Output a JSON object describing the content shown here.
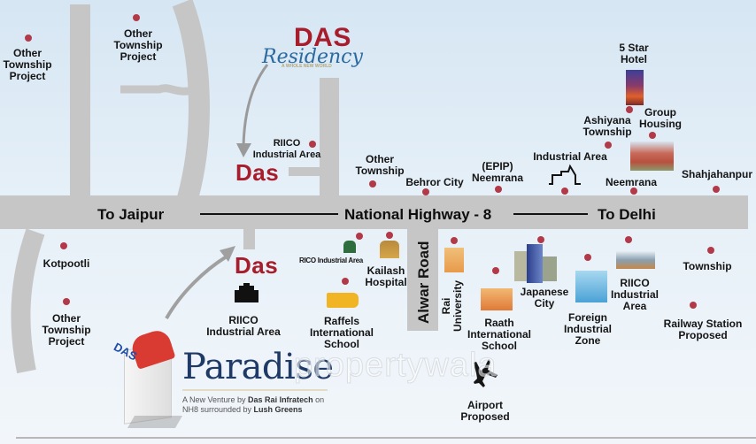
{
  "highway": {
    "left_label": "To Jaipur",
    "center_label": "National Highway - 8",
    "right_label": "To Delhi"
  },
  "alwar_road": "Alwar Road",
  "logos": {
    "das_residency": {
      "das": "DAS",
      "residency": "Residency",
      "tagline": "A WHOLE NEW WORLD"
    },
    "paradise": {
      "title": "Paradise",
      "badge": "DAS",
      "tagline_prefix": "A New Venture by ",
      "tagline_company": "Das Rai Infratech",
      "tagline_mid": " on",
      "tagline_line2_prefix": "NH8 surrounded by ",
      "tagline_highlight": "Lush Greens"
    }
  },
  "project_markers": {
    "top": "Das",
    "bottom": "Das"
  },
  "places_north": [
    {
      "id": "other-township-1",
      "label": "Other\nTownship\nProject"
    },
    {
      "id": "other-township-2",
      "label": "Other\nTownship\nProject"
    },
    {
      "id": "riico-north",
      "label": "RIICO\nIndustrial Area"
    },
    {
      "id": "other-township-3",
      "label": "Other\nTownship"
    },
    {
      "id": "behror-city",
      "label": "Behror City"
    },
    {
      "id": "epip-neemrana",
      "label": "(EPIP)\nNeemrana"
    },
    {
      "id": "industrial-area",
      "label": "Industrial Area"
    },
    {
      "id": "five-star-hotel",
      "label": "5 Star\nHotel"
    },
    {
      "id": "ashiyana-township",
      "label": "Ashiyana\nTownship"
    },
    {
      "id": "group-housing",
      "label": "Group\nHousing"
    },
    {
      "id": "neemrana",
      "label": "Neemrana"
    },
    {
      "id": "shahjahanpur",
      "label": "Shahjahanpur"
    }
  ],
  "places_south": [
    {
      "id": "kotpootli",
      "label": "Kotpootli"
    },
    {
      "id": "other-township-south",
      "label": "Other\nTownship\nProject"
    },
    {
      "id": "riico-south",
      "label": "RIICO\nIndustrial Area"
    },
    {
      "id": "rico-small",
      "label": "RICO Industrial Area"
    },
    {
      "id": "kailash-hospital",
      "label": "Kailash\nHospital"
    },
    {
      "id": "raffels-school",
      "label": "Raffels\nInternational\nSchool"
    },
    {
      "id": "rai-university",
      "label": "Rai\nUniversity"
    },
    {
      "id": "raath-school",
      "label": "Raath\nInternational\nSchool"
    },
    {
      "id": "japanese-city",
      "label": "Japanese\nCity"
    },
    {
      "id": "foreign-industrial-zone",
      "label": "Foreign\nIndustrial\nZone"
    },
    {
      "id": "riico-east",
      "label": "RIICO\nIndustrial\nArea"
    },
    {
      "id": "township-east",
      "label": "Township"
    },
    {
      "id": "railway-station",
      "label": "Railway Station\nProposed"
    },
    {
      "id": "airport",
      "label": "Airport\nProposed"
    }
  ],
  "watermark": "propertywala",
  "colors": {
    "road": "#c6c6c6",
    "marker": "#b23a48",
    "das_red": "#a81d2c",
    "residency_blue": "#2a6aa0",
    "paradise_navy": "#1f3a66"
  }
}
